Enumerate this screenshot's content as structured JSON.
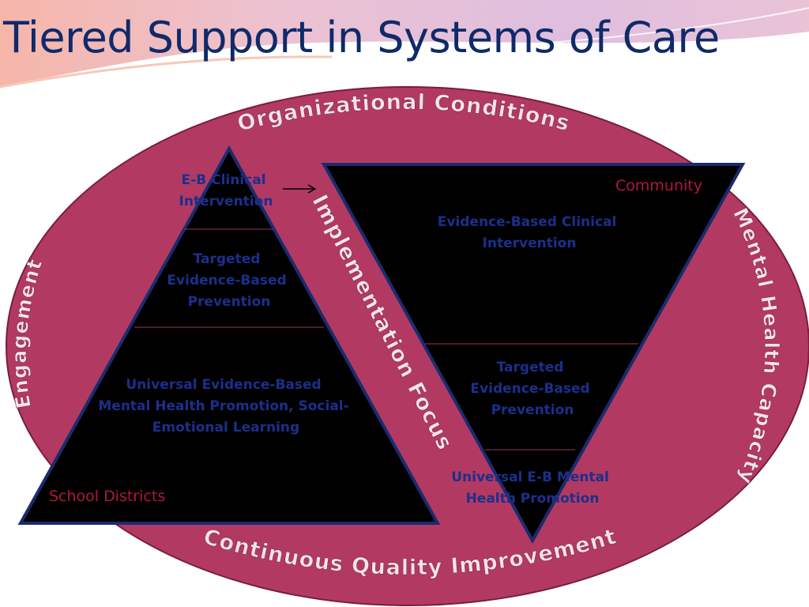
{
  "slide": {
    "title": "Tiered Support in Systems of Care"
  },
  "diagram": {
    "ring_labels": {
      "top": "Organizational Conditions",
      "left": "Engagement",
      "right": "Mental Health Capacity",
      "bottom": "Continuous Quality Improvement"
    },
    "center_label": "Implementation Focus",
    "school_pyramid": {
      "setting": "School Districts",
      "tiers": [
        {
          "line1": "E-B Clinical",
          "line2": "Intervention"
        },
        {
          "line1": "Targeted",
          "line2": "Evidence-Based",
          "line3": "Prevention"
        },
        {
          "line1": "Universal  Evidence-Based",
          "line2": "Mental Health Promotion, Social-",
          "line3": "Emotional Learning"
        }
      ]
    },
    "community_pyramid": {
      "setting": "Community",
      "tiers": [
        {
          "line1": "Evidence-Based Clinical",
          "line2": "Intervention"
        },
        {
          "line1": "Targeted",
          "line2": "Evidence-Based",
          "line3": "Prevention"
        },
        {
          "line1": "Universal E-B  Mental",
          "line2": "Health Promotion"
        }
      ]
    },
    "colors": {
      "oval_fill": "#b23a62",
      "triangle_fill": "#000000",
      "triangle_stroke": "#1a2c6e",
      "tier_text": "#1c2f8c",
      "setting_text": "#b0183c",
      "title_text": "#0f2a6a",
      "ring_text": "#f2e3ea"
    }
  }
}
